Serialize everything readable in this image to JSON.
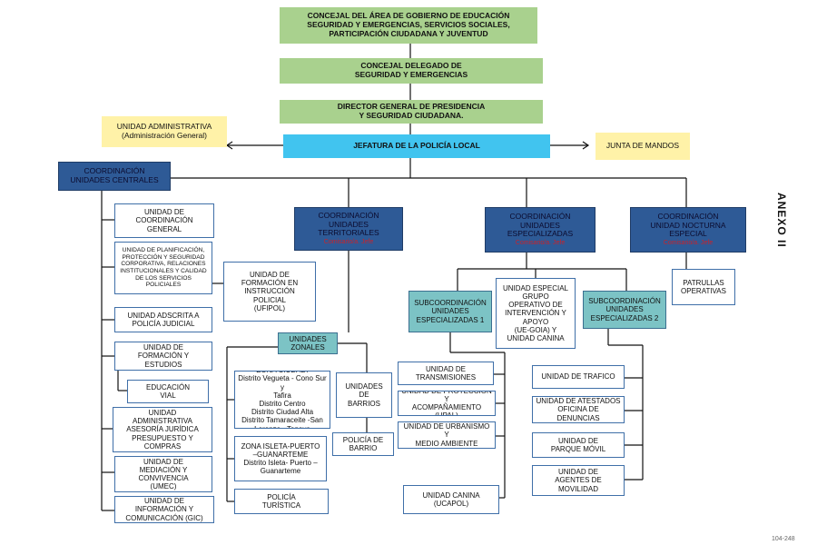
{
  "nodes": {
    "concejal_area": "CONCEJAL DEL ÁREA DE GOBIERNO DE EDUCACIÓN\nSEGURIDAD Y EMERGENCIAS, SERVICIOS SOCIALES,\nPARTICIPACIÓN CIUDADANA Y JUVENTUD",
    "concejal_delegado": "CONCEJAL DELEGADO DE\nSEGURIDAD Y EMERGENCIAS",
    "director_general": "DIRECTOR GENERAL DE PRESIDENCIA\nY SEGURIDAD CIUDADANA.",
    "jefatura": "JEFATURA DE LA POLICÍA LOCAL",
    "unidad_administrativa": "UNIDAD ADMINISTRATIVA\n(Administración General)",
    "junta_mandos": "JUNTA DE MANDOS",
    "coord_centrales": "COORDINACIÓN\nUNIDADES CENTRALES",
    "coord_territoriales": "COORDINACIÓN\nUNIDADES\nTERRITORIALES",
    "coord_territoriales_note": "Comisario/a. Jefe",
    "coord_especializadas": "COORDINACIÓN\nUNIDADES\nESPECIALIZADAS",
    "coord_especializadas_note": "Comisario/a. Jefe",
    "coord_nocturna": "COORDINACIÓN\nUNIDAD NOCTURNA\nESPECIAL",
    "coord_nocturna_note": "Comisario/a. Jefe",
    "u_coordinacion_general": "UNIDAD DE\nCOORDINACIÓN\nGENERAL",
    "u_planificacion": "UNIDAD DE PLANIFICACIÓN,\nPROTECCIÓN Y SEGURIDAD\nCORPORATIVA, RELACIONES\nINSTITUCIONALES Y CALIDAD\nDE LOS SERVICIOS\nPOLICIALES",
    "u_ufipol": "UNIDAD DE\nFORMACIÓN EN\nINSTRUCCIÓN\nPOLICIAL\n(UFIPOL)",
    "u_judicial": "UNIDAD ADSCRITA A\nPOLICÍA JUDICIAL",
    "u_formacion": "UNIDAD DE\nFORMACIÓN Y\nESTUDIOS",
    "u_educacion_vial": "EDUCACIÓN\nVIAL",
    "u_asesoria": "UNIDAD\nADMINISTRATIVA\nASESORÍA JURÍDICA\nPRESUPUESTO Y\nCOMPRAS",
    "u_umec": "UNIDAD DE\nMEDIACIÓN Y\nCONVIVENCIA\n(UMEC)",
    "u_gic": "UNIDAD DE\nINFORMACIÓN Y\nCOMUNICACIÓN (GIC)",
    "unidades_zonales": "UNIDADES\nZONALES",
    "zona_ciudad": "ZONA CIUDAD:\nDistrito Vegueta - Cono Sur y\nTafira\nDistrito Centro\nDistrito Ciudad Alta\nDistrito Tamaraceite -San\nLorenzo - Tenoya",
    "zona_isleta": "ZONA ISLETA-PUERTO\n–GUANARTEME\nDistrito Isleta- Puerto –\nGuanarteme",
    "policia_turistica": "POLICÍA\nTURÍSTICA",
    "unidades_barrios": "UNIDADES\nDE\nBARRIOS",
    "policia_barrio": "POLICÍA DE\nBARRIO",
    "subcoord_1": "SUBCOORDINACIÓN\nUNIDADES\nESPECIALIZADAS 1",
    "u_goia": "UNIDAD ESPECIAL\nGRUPO\nOPERATIVO DE\nINTERVENCIÓN Y\nAPOYO\n(UE-GOIA) Y\nUNIDAD CANINA",
    "subcoord_2": "SUBCOORDINACIÓN\nUNIDADES\nESPECIALIZADAS 2",
    "patrullas": "PATRULLAS\nOPERATIVAS",
    "u_transmisiones": "UNIDAD DE\nTRANSMISIONES",
    "u_upal": "UNIDAD DE PROTECCION Y\nACOMPAÑAMIENTO (UPAL)",
    "u_urbanismo": "UNIDAD DE URBANISMO Y\nMEDIO AMBIENTE",
    "u_ucapol": "UNIDAD CANINA\n(UCAPOL)",
    "u_trafico": "UNIDAD DE TRAFICO",
    "u_atestados": "UNIDAD DE ATESTADOS\nOFICINA DE DENUNCIAS",
    "u_parque": "UNIDAD DE\nPARQUE MÓVIL",
    "u_movilidad": "UNIDAD DE\nAGENTES DE MOVILIDAD"
  },
  "side_label": "ANEXO II",
  "page_number": "104-248"
}
